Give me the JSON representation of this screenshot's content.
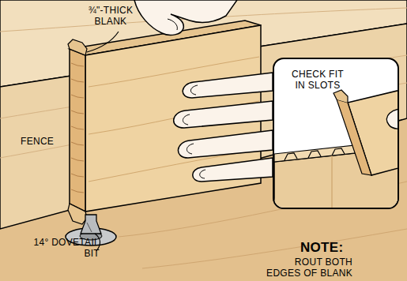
{
  "diagram": {
    "nodes": [
      {
        "text": [
          "CHECK FIT IN SLOTS"
        ]
      }
    ],
    "labels": [
      "¾\"-THICK BLANK",
      "FENCE",
      "NOTE:",
      "ROUT BOTH EDGES OF BLANK",
      "14° DOVETAIL BIT"
    ]
  }
}
